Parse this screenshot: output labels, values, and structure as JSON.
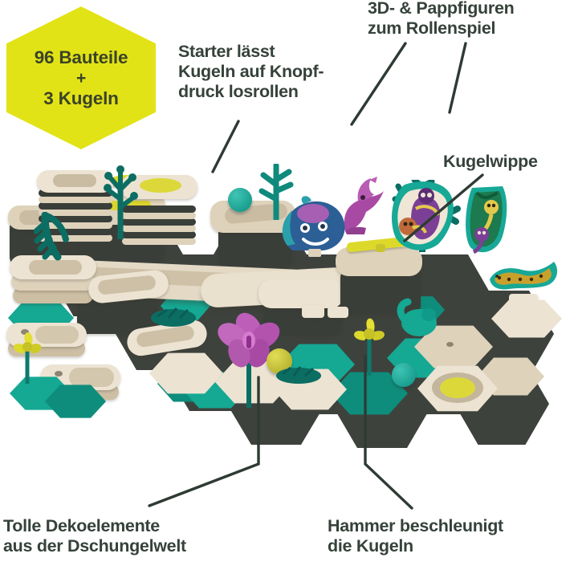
{
  "page": {
    "language": "de",
    "background_color": "#ffffff",
    "text_color": "#35423a",
    "badge_color": "#e2e316"
  },
  "badge": {
    "line1": "96 Bauteile",
    "plus": "+",
    "line2": "3 Kugeln"
  },
  "callouts": {
    "starter": "Starter lässt\nKugeln auf Knopf-\ndruck losrollen",
    "figures": "3D- & Pappfiguren\nzum Rollenspiel",
    "kugelwippe": "Kugelwippe",
    "deko": "Tolle Dekoelemente\naus der Dschungelwelt",
    "hammer": "Hammer beschleunigt\ndie Kugeln"
  },
  "scene": {
    "title": "jungle marble run set",
    "palette": {
      "beige": "#ded2bb",
      "beige_light": "#ece3d2",
      "beige_dark": "#cdbfa4",
      "dark_base": "#3a3e39",
      "teal": "#15a893",
      "jungle_green": "#0c6d63",
      "yellow": "#ddd92b",
      "magenta": "#bd5fb8",
      "blue": "#2c5f95"
    },
    "elements": [
      {
        "name": "starter-button",
        "color": "#ddd92b"
      },
      {
        "name": "marble-yellow",
        "color": "#c9c83a"
      },
      {
        "name": "marble-teal",
        "color": "#0f9a93"
      },
      {
        "name": "seesaw-kugelwippe",
        "color": "#ddd92b"
      },
      {
        "name": "hammer",
        "color": "#ddd92b"
      },
      {
        "name": "flower-decoration",
        "color": "#bd5fb8"
      },
      {
        "name": "tree-decoration",
        "color": "#0c6d63"
      },
      {
        "name": "fern-decoration",
        "color": "#0c6d63"
      },
      {
        "name": "bird-figure-3d",
        "color": "#a04fa3"
      },
      {
        "name": "hippo-figure-3d",
        "color": "#2c5f95"
      },
      {
        "name": "gorilla-cardboard-figure",
        "color": "#7b3f96"
      },
      {
        "name": "monkey-cardboard-figure",
        "color": "#15a893"
      },
      {
        "name": "leopard-cardboard-figure",
        "color": "#c8a12c"
      }
    ]
  }
}
